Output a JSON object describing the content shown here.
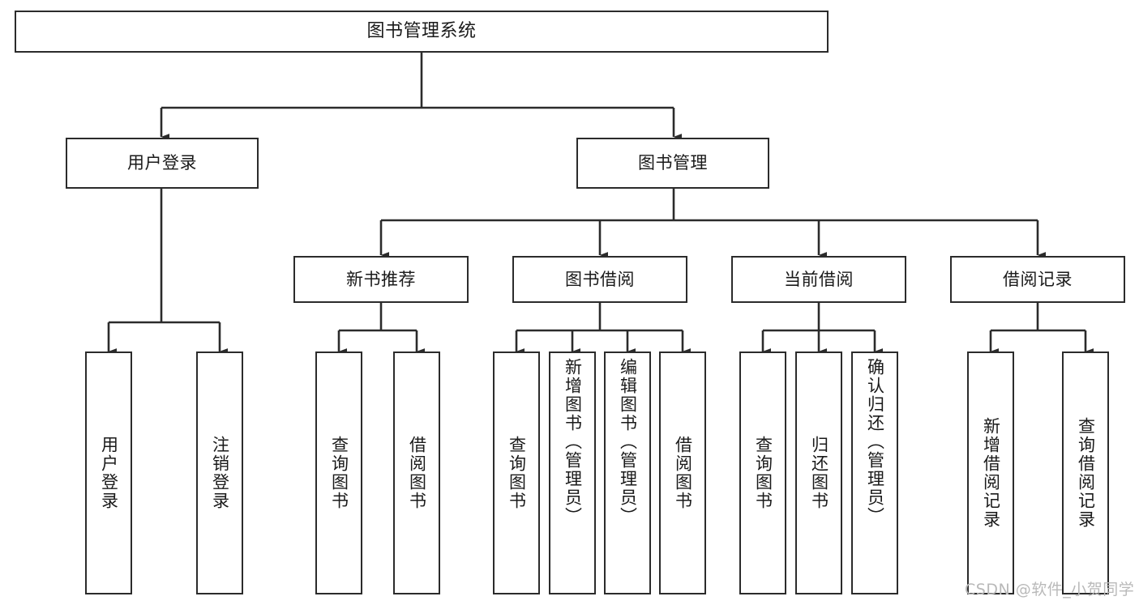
{
  "diagram": {
    "type": "tree-hierarchy",
    "title": "图书管理系统",
    "orientation": "top-down",
    "colors": {
      "box_border": "#2b2b2b",
      "box_fill": "#ffffff",
      "connector": "#2b2b2b",
      "text": "#1a1a1a",
      "watermark": "#b9b9b9",
      "background": "#ffffff"
    },
    "root": {
      "id": "root",
      "label": "图书管理系统"
    },
    "level1": [
      {
        "id": "user-login",
        "label": "用户登录"
      },
      {
        "id": "book-manage",
        "label": "图书管理"
      }
    ],
    "level2": [
      {
        "id": "new-book-recommend",
        "label": "新书推荐",
        "parent": "book-manage"
      },
      {
        "id": "book-borrow",
        "label": "图书借阅",
        "parent": "book-manage"
      },
      {
        "id": "current-borrow",
        "label": "当前借阅",
        "parent": "book-manage"
      },
      {
        "id": "borrow-record",
        "label": "借阅记录",
        "parent": "book-manage"
      }
    ],
    "leaves": [
      {
        "id": "leaf-user-login",
        "label": "用户登录",
        "parent": "user-login"
      },
      {
        "id": "leaf-user-logout",
        "label": "注销登录",
        "parent": "user-login"
      },
      {
        "id": "leaf-query-book-1",
        "label": "查询图书",
        "parent": "new-book-recommend"
      },
      {
        "id": "leaf-borrow-book-1",
        "label": "借阅图书",
        "parent": "new-book-recommend"
      },
      {
        "id": "leaf-query-book-2",
        "label": "查询图书",
        "parent": "book-borrow"
      },
      {
        "id": "leaf-add-book",
        "label": "新增图书（管理员）",
        "parent": "book-borrow"
      },
      {
        "id": "leaf-edit-book",
        "label": "编辑图书（管理员）",
        "parent": "book-borrow"
      },
      {
        "id": "leaf-borrow-book-2",
        "label": "借阅图书",
        "parent": "book-borrow"
      },
      {
        "id": "leaf-query-book-3",
        "label": "查询图书",
        "parent": "current-borrow"
      },
      {
        "id": "leaf-return-book",
        "label": "归还图书",
        "parent": "current-borrow"
      },
      {
        "id": "leaf-confirm-return",
        "label": "确认归还（管理员）",
        "parent": "current-borrow"
      },
      {
        "id": "leaf-add-record",
        "label": "新增借阅记录",
        "parent": "borrow-record"
      },
      {
        "id": "leaf-query-record",
        "label": "查询借阅记录",
        "parent": "borrow-record"
      }
    ]
  },
  "watermark": {
    "text": "CSDN @软件_小贺同学"
  }
}
